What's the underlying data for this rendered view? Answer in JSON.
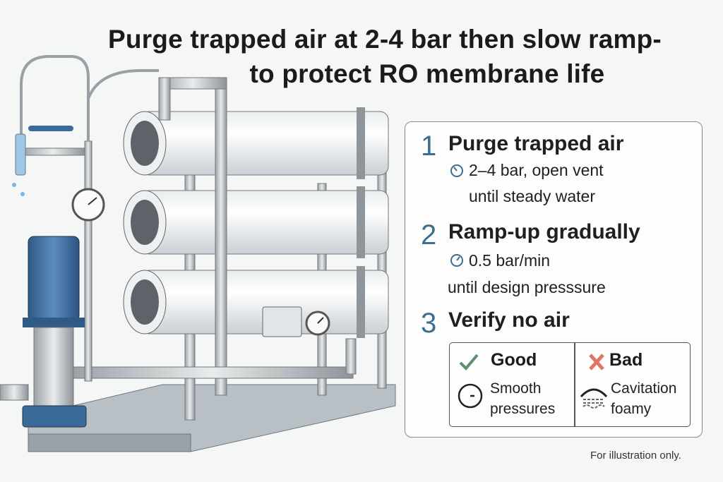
{
  "title": {
    "line1": "Purge trapped air at 2-4 bar then slow ramp-",
    "line2": "to protect RO membrane life"
  },
  "steps": [
    {
      "number": "1",
      "heading": "Purge trapped air",
      "detail1": "2–4 bar, open vent",
      "detail2": "until steady water",
      "icon": "gauge-icon"
    },
    {
      "number": "2",
      "heading": "Ramp-up gradually",
      "detail1": "0.5 bar/min",
      "detail2": "until design presssure",
      "icon": "gauge-icon"
    },
    {
      "number": "3",
      "heading": "Verify no air"
    }
  ],
  "comparison": {
    "good": {
      "label": "Good",
      "line1": "Smooth",
      "line2": "pressures",
      "icon": "check-icon",
      "color": "#5f8f6c"
    },
    "bad": {
      "label": "Bad",
      "line1": "Cavitation",
      "line2": "foamy",
      "icon": "x-icon",
      "color": "#e07563"
    }
  },
  "footer": "For illustration only.",
  "colors": {
    "accent": "#3b6e8f",
    "pump": "#3f6e9e"
  }
}
